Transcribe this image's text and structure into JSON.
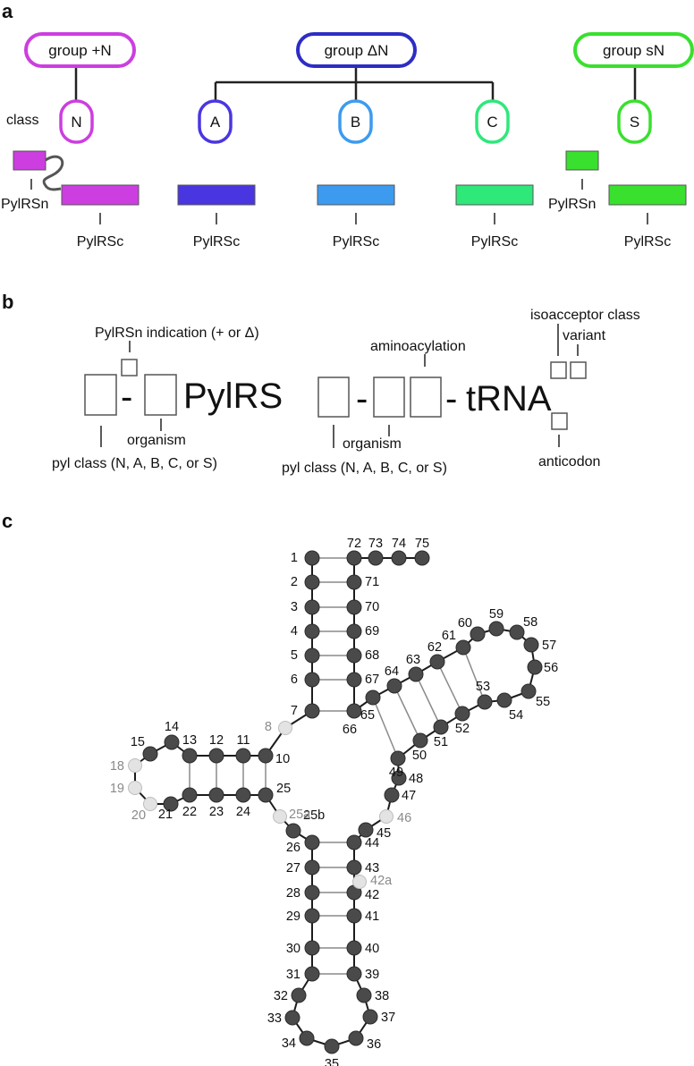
{
  "panels": {
    "a": "a",
    "b": "b",
    "c": "c"
  },
  "panel_a": {
    "groups": {
      "plus_n": "group +N",
      "delta_n": "group ΔN",
      "s_n": "group sN"
    },
    "class_label": "class",
    "classes": {
      "n": "N",
      "a": "A",
      "b": "B",
      "c": "C",
      "s": "S"
    },
    "pylrsn": "PylRSn",
    "pylrsc": "PylRSc",
    "colors": {
      "n": "#cc3ee0",
      "a": "#4a36e0",
      "b": "#3c9bef",
      "c": "#2ee87a",
      "s": "#39e02e",
      "group_delta": "#2d2dc4"
    }
  },
  "panel_b": {
    "pylrsn_indication": "PylRSn indication (+ or Δ)",
    "dash": "-",
    "pylrs": "PylRS",
    "organism": "organism",
    "pyl_class": "pyl class (N, A, B, C, or S)",
    "aminoacylation": "aminoacylation",
    "trna": "tRNA",
    "isoacceptor_class": "isoacceptor class",
    "variant": "variant",
    "anticodon": "anticodon"
  },
  "panel_c": {
    "nucleotides_core": [
      "1",
      "2",
      "3",
      "4",
      "5",
      "6",
      "7",
      "10",
      "11",
      "12",
      "13",
      "14",
      "15",
      "21",
      "22",
      "23",
      "24",
      "25",
      "25b",
      "26",
      "27",
      "28",
      "29",
      "30",
      "31",
      "32",
      "33",
      "34",
      "35",
      "36",
      "37",
      "38",
      "39",
      "40",
      "41",
      "42",
      "43",
      "44",
      "45",
      "47",
      "48",
      "49",
      "50",
      "51",
      "52",
      "53",
      "54",
      "55",
      "56",
      "57",
      "58",
      "59",
      "60",
      "61",
      "62",
      "63",
      "64",
      "65",
      "66",
      "67",
      "68",
      "69",
      "70",
      "71",
      "72",
      "73",
      "74",
      "75"
    ],
    "nucleotides_variable": [
      "8",
      "18",
      "19",
      "20",
      "25a",
      "42a",
      "46"
    ]
  }
}
